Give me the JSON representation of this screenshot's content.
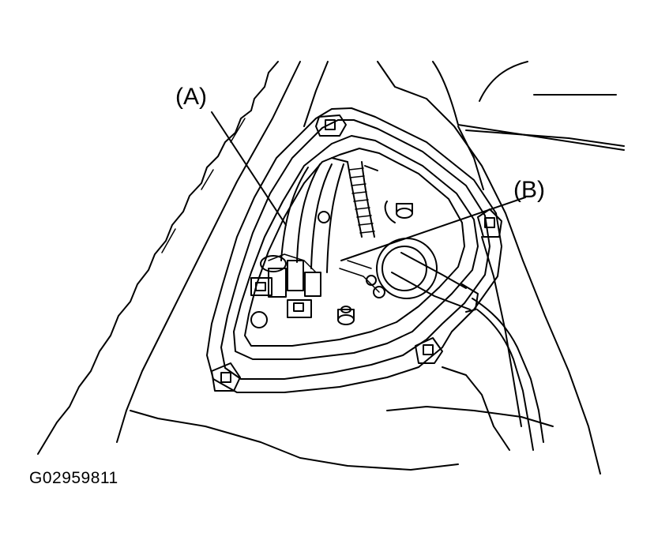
{
  "labels": {
    "a": "(A)",
    "b": "(B)"
  },
  "figure_code": "G02959811",
  "colors": {
    "line": "#000000",
    "background": "#ffffff"
  }
}
